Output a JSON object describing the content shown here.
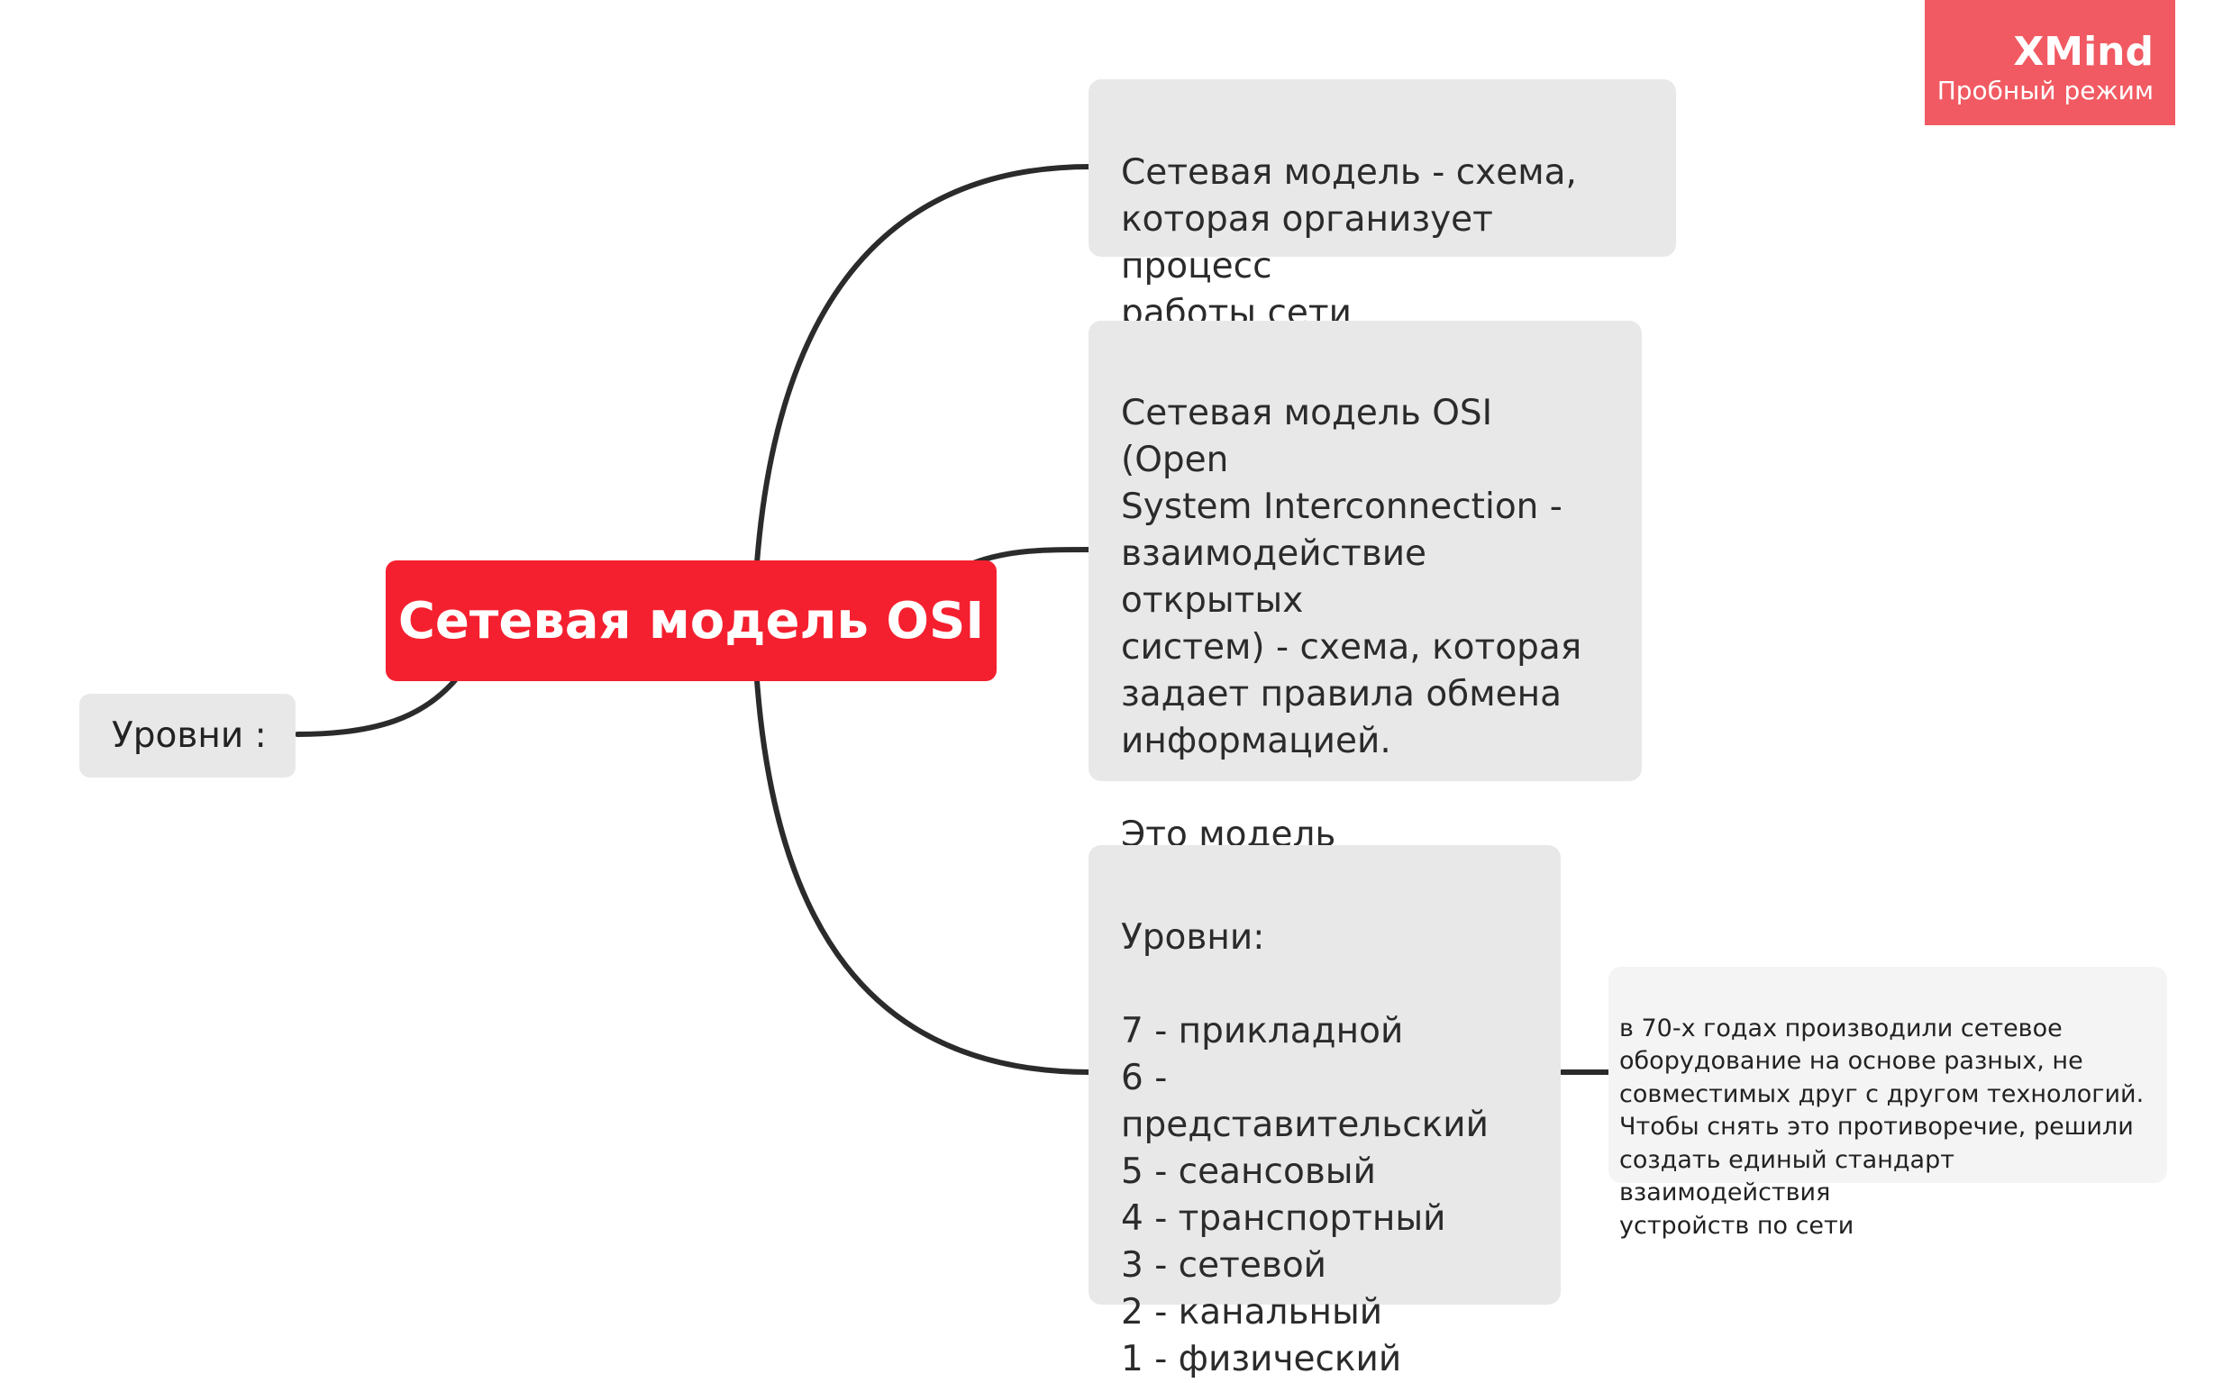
{
  "watermark": {
    "brand": "XMind",
    "mode": "Пробный режим"
  },
  "map": {
    "central": "Сетевая модель OSI",
    "floating": "Уровни :",
    "topics": [
      "Сетевая модель - схема,\nкоторая организует процесс\nработы сети",
      "Сетевая модель OSI (Open\nSystem Interconnection -\nвзаимодействие открытых\nсистем) - схема, которая\nзадает правила обмена\nинформацией.\n\nЭто модель\nстандартизирована ISO",
      "Уровни:\n\n7 - прикладной\n6 - представительский\n5 - сеансовый\n4 - транспортный\n3 - сетевой\n2 - канальный\n1 - физический"
    ],
    "note": "в 70-х годах производили сетевое\nоборудование на основе разных, не\nсовместимых друг с другом технологий.\nЧтобы снять это противоречие, решили\nсоздать единый стандарт взаимодействия\nустройств по сети"
  },
  "colors": {
    "central": "#f5202f",
    "topic_bg": "#e8e8e8",
    "note_bg": "#f4f4f4",
    "connector": "#2b2b2b",
    "watermark_bg": "#f15a62"
  }
}
